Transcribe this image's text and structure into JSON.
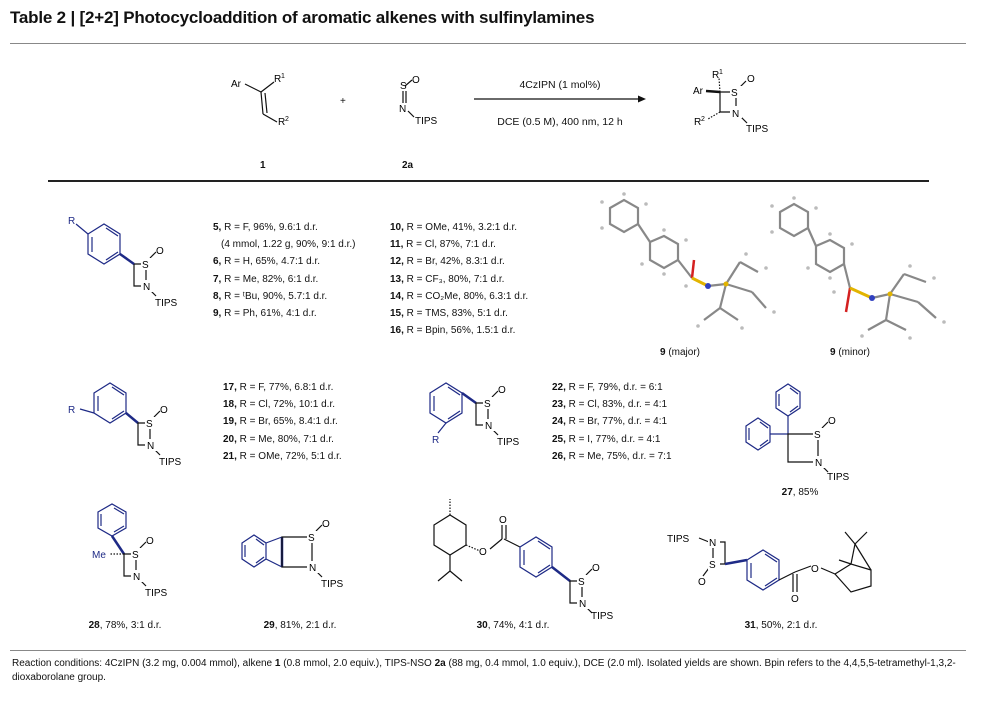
{
  "title": "Table 2 | [2+2] Photocycloaddition of aromatic alkenes with sulfinylamines",
  "scheme": {
    "catalyst": "4CzIPN (1 mol%)",
    "conditions": "DCE (0.5 M), 400 nm, 12 h",
    "plus": "+",
    "label_alkene": "1",
    "label_reagent": "2a",
    "atoms": {
      "ar": "Ar",
      "r1": "R",
      "r1_sup": "1",
      "r2": "R",
      "r2_sup": "2",
      "s": "S",
      "o": "O",
      "n": "N",
      "tips": "TIPS",
      "r": "R",
      "me": "Me"
    }
  },
  "series_5": [
    {
      "num": "5,",
      "text": " R = F, 96%, 9.6:1 d.r."
    },
    {
      "num": "",
      "text": "(4 mmol, 1.22 g, 90%, 9:1 d.r.)"
    },
    {
      "num": "6,",
      "text": " R = H, 65%, 4.7:1 d.r."
    },
    {
      "num": "7,",
      "text": " R = Me, 82%, 6:1 d.r."
    },
    {
      "num": "8,",
      "text": "  R = ᵗBu, 90%, 5.7:1 d.r."
    },
    {
      "num": "9,",
      "text": " R = Ph, 61%, 4:1 d.r."
    }
  ],
  "series_10": [
    {
      "num": "10,",
      "text": " R = OMe, 41%, 3.2:1 d.r."
    },
    {
      "num": "11,",
      "text": " R = Cl, 87%, 7:1 d.r."
    },
    {
      "num": "12,",
      "text": " R = Br, 42%, 8.3:1 d.r."
    },
    {
      "num": "13,",
      "text": " R = CF₃, 80%, 7:1 d.r."
    },
    {
      "num": "14,",
      "text": " R = CO₂Me, 80%, 6.3:1 d.r."
    },
    {
      "num": "15,",
      "text": " R = TMS, 83%, 5:1 d.r."
    },
    {
      "num": "16,",
      "text": " R = Bpin, 56%, 1.5:1 d.r."
    }
  ],
  "series_17": [
    {
      "num": "17,",
      "text": " R = F, 77%, 6.8:1 d.r."
    },
    {
      "num": "18,",
      "text": " R = Cl, 72%, 10:1 d.r."
    },
    {
      "num": "19,",
      "text": " R = Br, 65%, 8.4:1 d.r."
    },
    {
      "num": "20,",
      "text": " R = Me, 80%, 7:1 d.r."
    },
    {
      "num": "21,",
      "text": " R = OMe, 72%, 5:1 d.r."
    }
  ],
  "series_22": [
    {
      "num": "22,",
      "text": "  R = F, 79%, d.r. = 6:1"
    },
    {
      "num": "23,",
      "text": " R = Cl, 83%, d.r. = 4:1"
    },
    {
      "num": "24,",
      "text": "  R = Br, 77%, d.r. = 4:1"
    },
    {
      "num": "25,",
      "text": " R = I, 77%, d.r. = 4:1"
    },
    {
      "num": "26,",
      "text": " R = Me, 75%, d.r. = 7:1"
    }
  ],
  "crystal": {
    "major_num": "9",
    "major_text": " (major)",
    "minor_num": "9",
    "minor_text": " (minor)"
  },
  "captions": {
    "c27": {
      "num": "27",
      "text": ", 85%"
    },
    "c28": {
      "num": "28",
      "text": ", 78%, 3:1 d.r."
    },
    "c29": {
      "num": "29",
      "text": ", 81%, 2:1 d.r."
    },
    "c30": {
      "num": "30",
      "text": ", 74%, 4:1 d.r."
    },
    "c31": {
      "num": "31",
      "text": ", 50%, 2:1 d.r."
    }
  },
  "footnote": {
    "part1": "Reaction conditions: 4CzIPN (3.2 mg, 0.004 mmol), alkene ",
    "alkene": "1",
    "part2": " (0.8 mmol, 2.0 equiv.), TIPS-NSO ",
    "reagent": "2a",
    "part3": " (88 mg, 0.4 mmol, 1.0 equiv.), DCE (2.0 ml). Isolated yields are shown. Bpin refers to the 4,4,5,5-tetramethyl-1,3,2-dioxaborolane group."
  },
  "colors": {
    "navy": "#1e2a86",
    "black": "#111111",
    "sulfur": "#e2b400",
    "oxygen": "#d42020",
    "nitrogen": "#3040c0",
    "carbon": "#7a7a7a"
  }
}
